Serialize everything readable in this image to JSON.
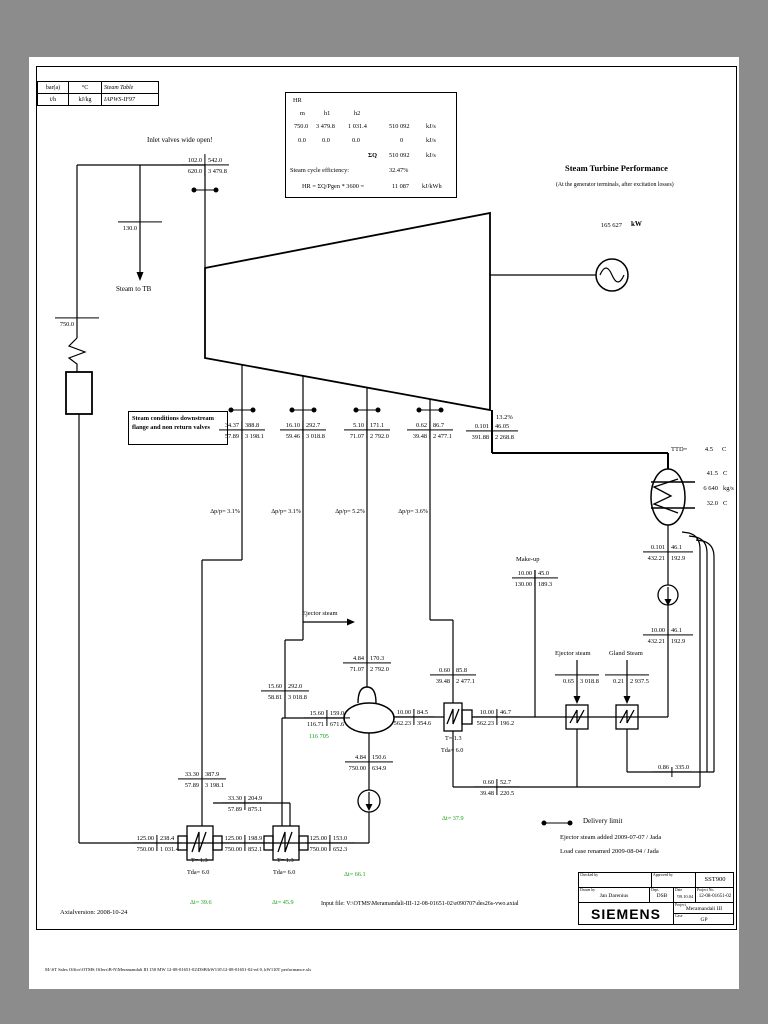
{
  "units_table": {
    "r1": [
      "bar(a)",
      "°C",
      "Steam Table"
    ],
    "r2": [
      "t/h",
      "kJ/kg",
      "IAPWS-IF97"
    ]
  },
  "hr_box": {
    "title": "HR",
    "cols": [
      "m",
      "h1",
      "h2"
    ],
    "r1": [
      "750.0",
      "3 479.8",
      "1 031.4",
      "510 092",
      "kJ/s"
    ],
    "r2": [
      "0.0",
      "0.0",
      "0.0",
      "0",
      "kJ/s"
    ],
    "sum_sym": "ΣQ",
    "sum_val": "510 092",
    "sum_unit": "kJ/s",
    "eff_label": "Steam cycle efficiency:",
    "eff_val": "32.47%",
    "formula": "HR = ΣQ/Pgen * 3600 =",
    "val": "11 087",
    "unit": "kJ/kWh"
  },
  "performance": {
    "title": "Steam Turbine Performance",
    "subtitle": "(At the generator terminals, after excitation losses)",
    "power": "165 627",
    "power_unit": "kW"
  },
  "labels": {
    "inlet_valves": "Inlet valves wide open!",
    "steam_to_tb": "Steam to TB",
    "cond_box_line1": "Steam conditions downstream",
    "cond_box_line2": "flange and non return valves",
    "ejector_branch": "Ejector steam",
    "make_up": "Make-up",
    "ejector_steam": "Ejector steam",
    "gland_steam": "Gland Steam",
    "exhaust_quality": "13.2%",
    "ttd_label": "TTD=",
    "ttd_value": "4.5",
    "ttd_unit": "C",
    "delivery_limit": "Delivery limit",
    "note1": "Ejector steam added 2009-07-07 / Jada",
    "note2": "Load case renamed 2009-08-04 / Jada",
    "input_file": "Input file: V:\\OTMS\\Meramandali-III-12-08-01651-02\\e090707\\des26s-vwo.axial",
    "axial_version": "Axialversion: 2008-10-24",
    "footer_path": "M:\\ST Sales Office\\OTMS Offers\\B-N\\Meramandali III 150 MW 12-08-01651-02\\DSB\\kW110\\12-08-01651-02-ed 0, kW110T performance.xls"
  },
  "condenser": {
    "t_hot": "41.5",
    "t_hot_unit": "C",
    "cw_flow": "6 640",
    "cw_flow_unit": "kg/s",
    "t_cold": "32.0",
    "t_cold_unit": "C"
  },
  "dp": {
    "e1": "Δp/p= 3.1%",
    "e2": "Δp/p= 3.1%",
    "e3": "Δp/p= 5.2%",
    "e4": "Δp/p= 3.6%"
  },
  "heaters": {
    "h1_ttd": "T= 1.3",
    "h1_dca": "Tda= 6.0",
    "h2_ttd": "T= 1.3",
    "h2_dca": "Tda= 6.0",
    "h3_ttd": "T= 1.3",
    "h3_dca": "Tda= 6.0"
  },
  "greens": {
    "dt_h1": "Δt= 39.6",
    "dt_h2": "Δt= 45.9",
    "dt_h3": "Δt= 66.1",
    "dt_lp": "Δt= 37.9",
    "da_flow": "116 705"
  },
  "crosses": {
    "main_steam": {
      "tl": "102.0",
      "tr": "542.0",
      "bl": "620.0",
      "br": "3 479.8"
    },
    "steam_to_tb": {
      "bl": "130.0"
    },
    "boiler_riser": {
      "bl": "750.0"
    },
    "ext1_flange": {
      "tl": "34.37",
      "tr": "388.8",
      "bl": "57.89",
      "br": "3 198.1"
    },
    "ext2_flange": {
      "tl": "16.10",
      "tr": "292.7",
      "bl": "59.46",
      "br": "3 018.8"
    },
    "ext3_flange": {
      "tl": "5.10",
      "tr": "171.1",
      "bl": "71.07",
      "br": "2 792.0"
    },
    "ext4_flange": {
      "tl": "0.62",
      "tr": "86.7",
      "bl": "39.48",
      "br": "2 477.1"
    },
    "exhaust": {
      "tl": "0.101",
      "tr": "46.05",
      "bl": "391.88",
      "br": "2 268.8"
    },
    "ext1_heater": {
      "tl": "33.30",
      "tr": "387.9",
      "bl": "57.89",
      "br": "3 198.1"
    },
    "h1_drain": {
      "tl": "33.30",
      "tr": "204.9",
      "bl": "57.89",
      "br": "875.1"
    },
    "ext2_da": {
      "tl": "15.60",
      "tr": "292.0",
      "bl": "58.81",
      "br": "3 018.8"
    },
    "da_mixed": {
      "tl": "15.60",
      "tr": "159.0",
      "bl": "116.71",
      "br": "671.6"
    },
    "ext3_da": {
      "tl": "4.84",
      "tr": "170.3",
      "bl": "71.07",
      "br": "2 792.0"
    },
    "ext4_h3": {
      "tl": "0.60",
      "tr": "85.8",
      "bl": "39.48",
      "br": "2 477.1"
    },
    "da_out": {
      "tl": "4.84",
      "tr": "150.6",
      "bl": "750.00",
      "br": "634.9"
    },
    "fw1": {
      "tl": "125.00",
      "tr": "238.4",
      "bl": "750.00",
      "br": "1 031.4"
    },
    "fw2": {
      "tl": "125.00",
      "tr": "198.9",
      "bl": "750.00",
      "br": "852.1"
    },
    "fw3": {
      "tl": "125.00",
      "tr": "153.0",
      "bl": "750.00",
      "br": "652.3"
    },
    "cond_h3_out": {
      "tl": "10.00",
      "tr": "84.5",
      "bl": "562.23",
      "br": "354.6"
    },
    "cond_h3_in": {
      "tl": "10.00",
      "tr": "46.7",
      "bl": "562.23",
      "br": "196.2"
    },
    "h3_drain": {
      "tl": "0.60",
      "tr": "52.7",
      "bl": "39.48",
      "br": "220.5"
    },
    "make_up": {
      "tl": "10.00",
      "tr": "45.0",
      "bl": "130.00",
      "br": "189.3"
    },
    "hotwell": {
      "tl": "0.101",
      "tr": "46.1",
      "bl": "432.21",
      "br": "192.9"
    },
    "pump_out": {
      "tl": "10.00",
      "tr": "46.1",
      "bl": "432.21",
      "br": "192.9"
    },
    "ejector": {
      "bl": "0.65",
      "br": "3 018.8"
    },
    "gland": {
      "bl": "0.21",
      "br": "2 937.5"
    },
    "gland_drain": {
      "tl": "0.86",
      "tr": "335.0"
    }
  },
  "titleblock": {
    "checked_label": "Checked by",
    "approved_label": "Approved by",
    "model": "SST900",
    "drawn_label": "Drawn by",
    "drawn": "Jan Darenius",
    "dept_label": "Dept.",
    "dept": "DSB",
    "date_label": "Date",
    "date": "'09.10.04",
    "projno_label": "Project No.",
    "projno": "12-08-01651-02",
    "brand": "SIEMENS",
    "project_label": "Project",
    "project": "Meramandali III",
    "case_label": "Case",
    "case_value": "GP"
  }
}
